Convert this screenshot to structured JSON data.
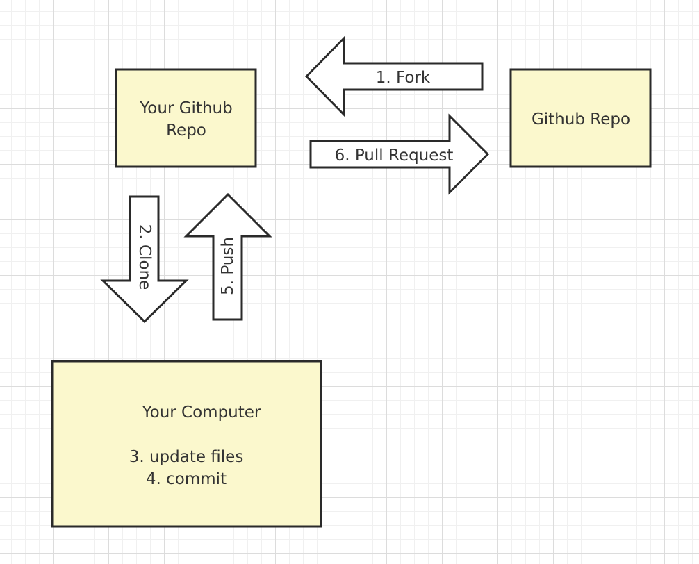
{
  "nodes": {
    "your_github_repo": {
      "line1": "Your Github",
      "line2": "Repo"
    },
    "github_repo": {
      "label": "Github Repo"
    },
    "your_computer": {
      "title": "Your Computer",
      "step3": "3. update files",
      "step4": "4. commit"
    }
  },
  "arrows": {
    "fork": "1. Fork",
    "clone": "2. Clone",
    "push": "5. Push",
    "pull_request": "6. Pull Request"
  },
  "colors": {
    "box_fill": "#fbf8cd",
    "stroke": "#2a2a2a",
    "text": "#333333",
    "arrow_fill": "#ffffff"
  }
}
